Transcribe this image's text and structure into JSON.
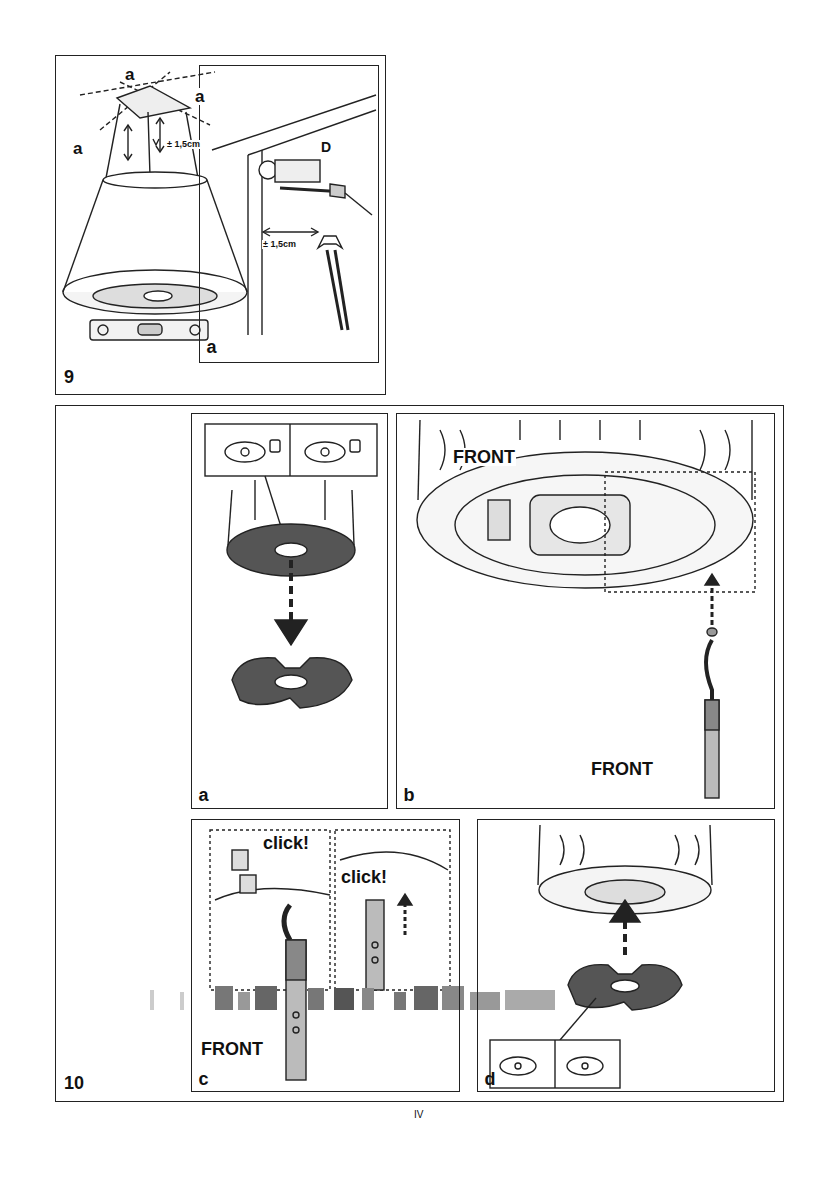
{
  "diagram": {
    "nodes": [
      {
        "text": [
          "9"
        ]
      },
      {
        "text": [
          "a"
        ],
        "in": 0
      },
      {
        "text": [
          "10"
        ]
      },
      {
        "text": [
          "a"
        ],
        "in": 2
      },
      {
        "text": [
          "b"
        ],
        "in": 2
      },
      {
        "text": [
          "c"
        ],
        "in": 2
      },
      {
        "text": [
          "d"
        ],
        "in": 2
      }
    ],
    "labels": [
      "a",
      "a",
      "a",
      "± 1,5cm",
      "D",
      "± 1,5cm",
      "FRONT",
      "FRONT",
      "click!",
      "click!",
      "FRONT",
      "IV"
    ]
  }
}
